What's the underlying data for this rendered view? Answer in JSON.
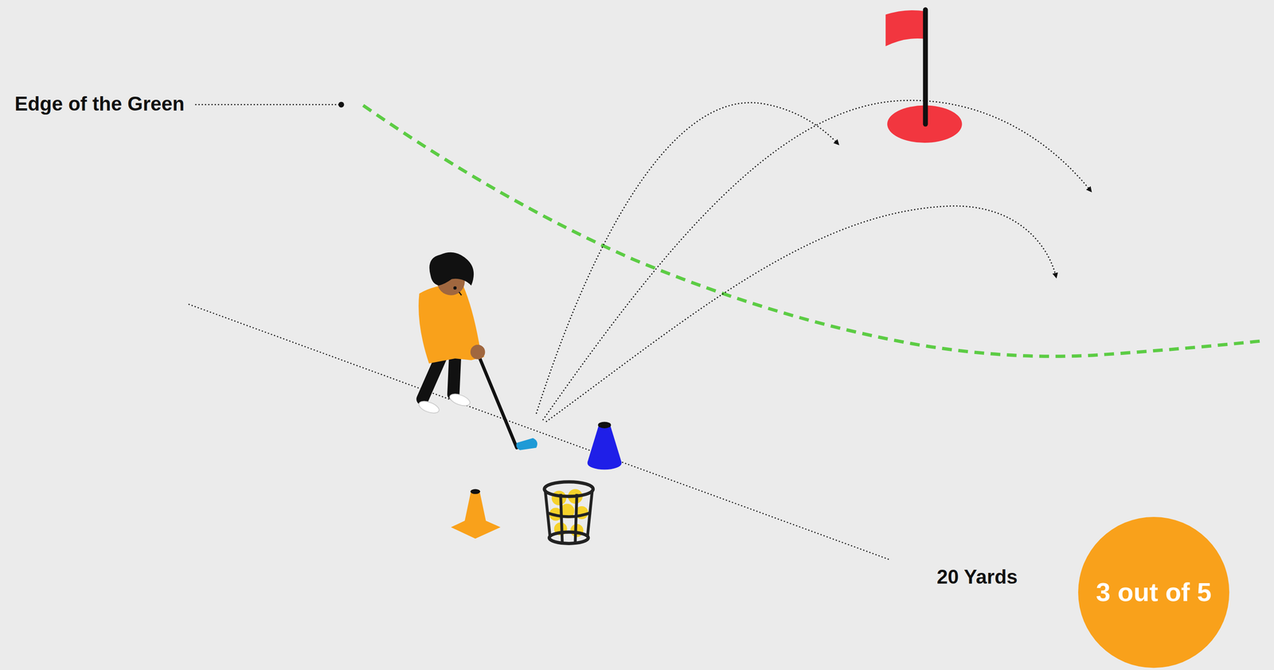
{
  "diagram": {
    "nodes": [
      {
        "text": [
          "3 out of 5"
        ]
      }
    ],
    "labels": [
      "Edge of the Green",
      "20 Yards"
    ]
  }
}
